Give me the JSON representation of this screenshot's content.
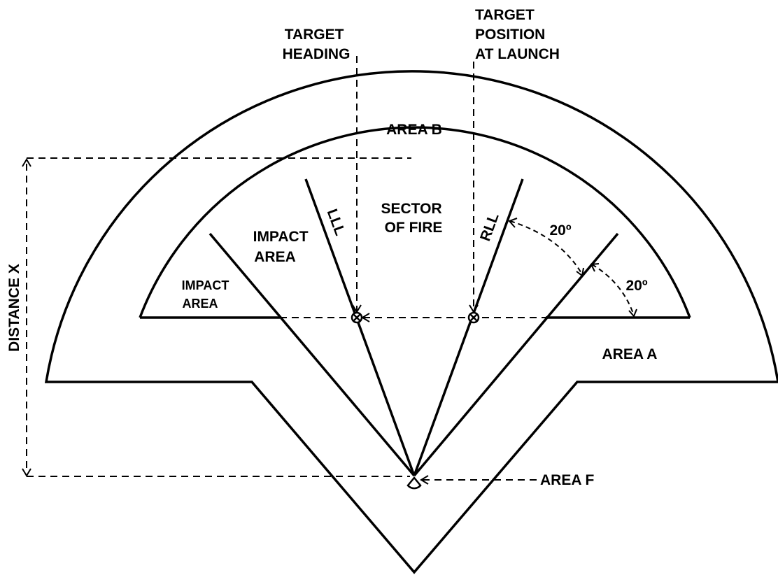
{
  "labels": {
    "target_heading": [
      "TARGET",
      "HEADING"
    ],
    "target_position": [
      "TARGET",
      "POSITION",
      "AT LAUNCH"
    ],
    "area_b": "AREA B",
    "area_a": "AREA A",
    "area_f": "AREA F",
    "sector_of_fire": [
      "SECTOR",
      "OF FIRE"
    ],
    "impact_area_inner": [
      "IMPACT",
      "AREA"
    ],
    "impact_area_outer": [
      "IMPACT",
      "AREA"
    ],
    "lll": "LLL",
    "rll": "RLL",
    "angle_1": "20º",
    "angle_2": "20º",
    "distance_x": "DISTANCE X"
  }
}
